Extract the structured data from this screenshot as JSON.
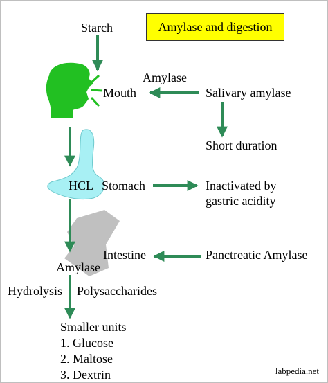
{
  "title": "Amylase and digestion",
  "watermark": "labpedia.net",
  "labels": {
    "starch": "Starch",
    "mouth": "Mouth",
    "amylase_mouth": "Amylase",
    "salivary_amylase": "Salivary amylase",
    "short_duration": "Short duration",
    "hcl": "HCL",
    "stomach": "Stomach",
    "inactivated_line1": "Inactivated by",
    "inactivated_line2": "gastric acidity",
    "intestine": "Intestine",
    "pancreatic_amylase": "Panctreatic Amylase",
    "amylase_intestine": "Amylase",
    "hydrolysis": "Hydrolysis",
    "polysaccharides": "Polysaccharides",
    "smaller_units": "Smaller units",
    "products": [
      "1. Glucose",
      "2. Maltose",
      "3. Dextrin"
    ]
  },
  "colors": {
    "arrow": "#2e8b57",
    "head_icon": "#22c022",
    "stomach_icon": "#a8f0f4",
    "intestine_icon": "#c0c0c0",
    "title_box": "#ffff00"
  },
  "icons": [
    "head-icon",
    "stomach-icon",
    "intestine-icon"
  ]
}
